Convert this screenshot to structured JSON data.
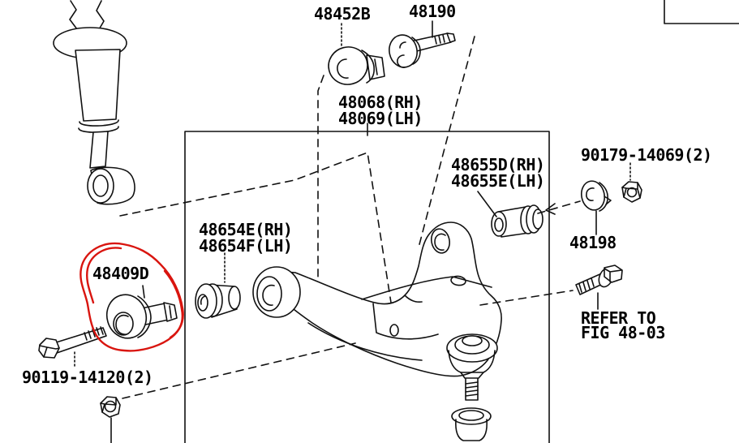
{
  "diagram": {
    "type": "suspension-parts-diagram",
    "figure_subject": "front lower control arm assembly",
    "highlighted_part": "48409D",
    "highlight_color": "#d9150f",
    "line_color": "#111111",
    "background_color": "#ffffff"
  },
  "parts": {
    "p48452b": {
      "label": "48452B"
    },
    "p48190": {
      "label": "48190"
    },
    "p48068": {
      "line1": "48068(RH)",
      "line2": "48069(LH)"
    },
    "p48655": {
      "line1": "48655D(RH)",
      "line2": "48655E(LH)"
    },
    "p90179": {
      "label": "90179-14069(2)"
    },
    "p48198": {
      "label": "48198"
    },
    "p48654": {
      "line1": "48654E(RH)",
      "line2": "48654F(LH)"
    },
    "p48409d": {
      "label": "48409D"
    },
    "p90119": {
      "label": "90119-14120(2)"
    },
    "refer_note": {
      "line1": "REFER TO",
      "line2": "FIG 48-03"
    }
  }
}
